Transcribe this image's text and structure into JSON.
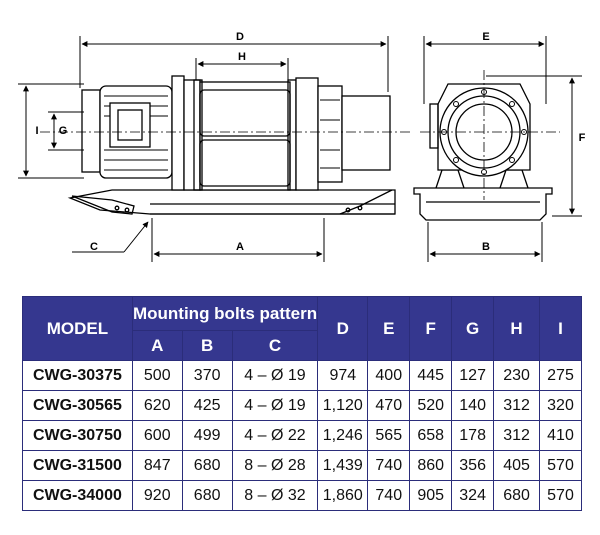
{
  "diagram": {
    "dimension_labels": {
      "D": "D",
      "H": "H",
      "I": "I",
      "G": "G",
      "C": "C",
      "A": "A",
      "E": "E",
      "F": "F",
      "B": "B"
    }
  },
  "table": {
    "model_header": "MODEL",
    "mounting_header": "Mounting bolts pattern",
    "sub_headers": [
      "A",
      "B",
      "C"
    ],
    "columns": [
      "D",
      "E",
      "F",
      "G",
      "H",
      "I"
    ],
    "rows": [
      {
        "model": "CWG-30375",
        "A": "500",
        "B": "370",
        "C": "4 –  Ø 19",
        "D": "974",
        "E": "400",
        "F": "445",
        "G": "127",
        "H": "230",
        "I": "275"
      },
      {
        "model": "CWG-30565",
        "A": "620",
        "B": "425",
        "C": "4 –  Ø 19",
        "D": "1,120",
        "E": "470",
        "F": "520",
        "G": "140",
        "H": "312",
        "I": "320"
      },
      {
        "model": "CWG-30750",
        "A": "600",
        "B": "499",
        "C": "4 –  Ø 22",
        "D": "1,246",
        "E": "565",
        "F": "658",
        "G": "178",
        "H": "312",
        "I": "410"
      },
      {
        "model": "CWG-31500",
        "A": "847",
        "B": "680",
        "C": "8 –  Ø 28",
        "D": "1,439",
        "E": "740",
        "F": "860",
        "G": "356",
        "H": "405",
        "I": "570"
      },
      {
        "model": "CWG-34000",
        "A": "920",
        "B": "680",
        "C": "8 –  Ø 32",
        "D": "1,860",
        "E": "740",
        "F": "905",
        "G": "324",
        "H": "680",
        "I": "570"
      }
    ]
  }
}
